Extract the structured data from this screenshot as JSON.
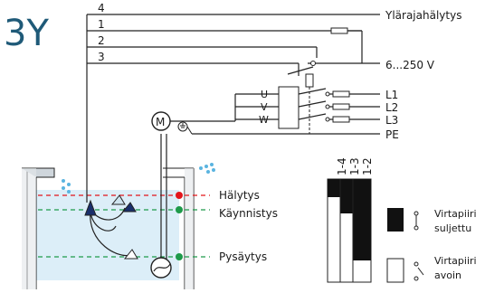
{
  "diagram": {
    "title": "3Y",
    "wire_numbers": [
      "4",
      "1",
      "2",
      "3"
    ],
    "labels": {
      "upper_alarm": "Ylärajahälytys",
      "supply": "6...250 V",
      "l1": "L1",
      "l2": "L2",
      "l3": "L3",
      "pe": "PE",
      "motor": "M",
      "phase_u": "U",
      "phase_v": "V",
      "phase_w": "W"
    },
    "levels": [
      {
        "label": "Hälytys",
        "color": "#e3161b"
      },
      {
        "label": "Käynnistys",
        "color": "#1e9a4a"
      },
      {
        "label": "Pysäytys",
        "color": "#1e9a4a"
      }
    ],
    "contacts": [
      "1-4",
      "1-3",
      "1-2"
    ],
    "legend": {
      "closed_line1": "Virtapiiri",
      "closed_line2": "suljettu",
      "open_line1": "Virtapiiri",
      "open_line2": "avoin"
    },
    "colors": {
      "title": "#1f5a78",
      "alarm": "#e3161b",
      "level": "#1e9a4a",
      "water": "#dceef8",
      "drops": "#5ab4e0"
    }
  }
}
